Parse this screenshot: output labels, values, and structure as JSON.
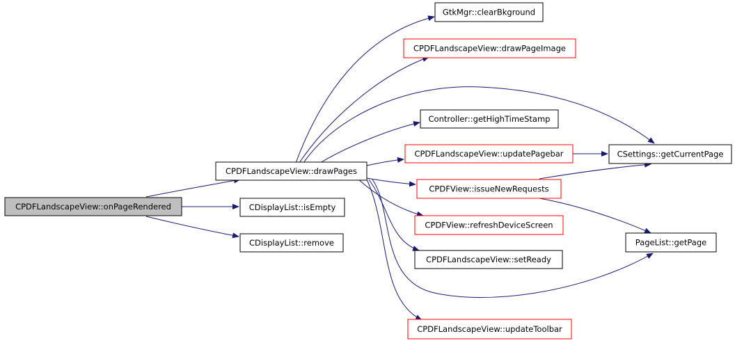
{
  "colors": {
    "edge": "#191970",
    "node_border_default": "#000000",
    "node_border_linked": "#ff0000",
    "node_fill_default": "#ffffff",
    "node_fill_root": "#bfbfbf"
  },
  "nodes": {
    "on_page_rendered": "CPDFLandscapeView::onPageRendered",
    "draw_pages": "CPDFLandscapeView::drawPages",
    "is_empty": "CDisplayList::isEmpty",
    "remove": "CDisplayList::remove",
    "clear_bkground": "GtkMgr::clearBkground",
    "draw_page_image": "CPDFLandscapeView::drawPageImage",
    "get_high_time_stamp": "Controller::getHighTimeStamp",
    "update_pagebar": "CPDFLandscapeView::updatePagebar",
    "issue_new_requests": "CPDFView::issueNewRequests",
    "refresh_device_screen": "CPDFView::refreshDeviceScreen",
    "set_ready": "CPDFLandscapeView::setReady",
    "update_toolbar": "CPDFLandscapeView::updateToolbar",
    "get_current_page": "CSettings::getCurrentPage",
    "get_page": "PageList::getPage"
  }
}
